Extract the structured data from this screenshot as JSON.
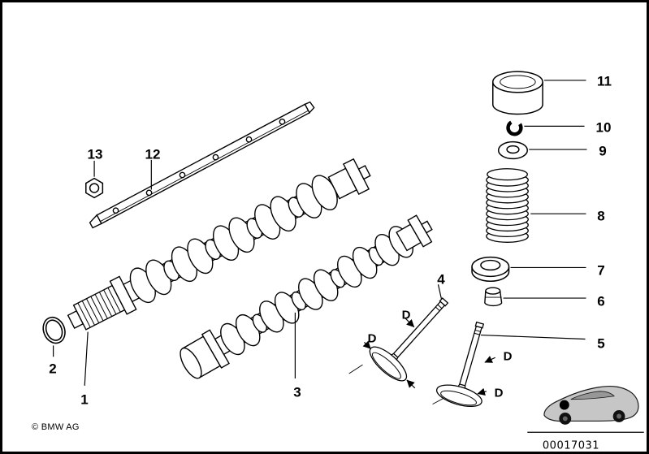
{
  "diagram": {
    "copyright": "© BMW AG",
    "image_number": "00017031",
    "part_labels": [
      {
        "number": "1"
      },
      {
        "number": "2"
      },
      {
        "number": "3"
      },
      {
        "number": "4"
      },
      {
        "number": "5"
      },
      {
        "number": "6"
      },
      {
        "number": "7"
      },
      {
        "number": "8"
      },
      {
        "number": "9"
      },
      {
        "number": "10"
      },
      {
        "number": "11"
      },
      {
        "number": "12"
      },
      {
        "number": "13"
      }
    ],
    "dimension_labels": [
      {
        "text": "D"
      },
      {
        "text": "D"
      },
      {
        "text": "D"
      },
      {
        "text": "D"
      }
    ]
  }
}
